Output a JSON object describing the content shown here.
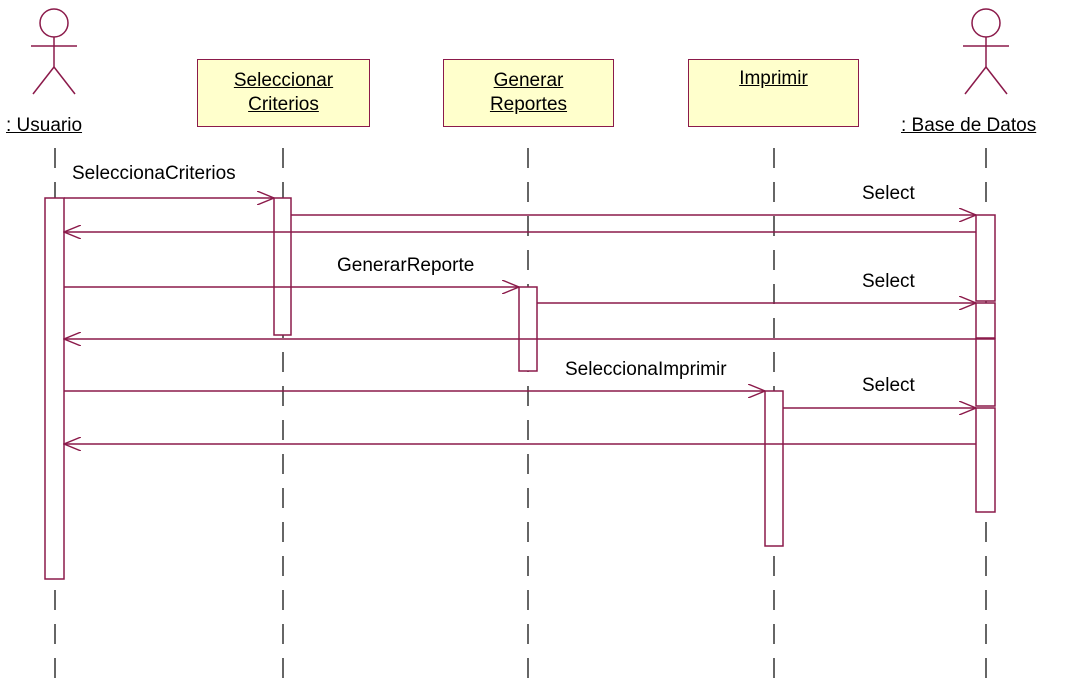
{
  "actors": {
    "usuario": {
      "name": ": Usuario"
    },
    "base_datos": {
      "name": ": Base de Datos"
    }
  },
  "objects": {
    "seleccionar": {
      "line1": "Seleccionar",
      "line2": "Criterios"
    },
    "generar": {
      "line1": "Generar",
      "line2": "Reportes"
    },
    "imprimir": {
      "line1": "Imprimir"
    }
  },
  "messages": {
    "m1": "SeleccionaCriterios",
    "m2": "Select",
    "m3": "GenerarReporte",
    "m4": "Select",
    "m5": "SeleccionaImprimir",
    "m6": "Select"
  },
  "colors": {
    "line": "#8b1a4a",
    "box_fill": "#ffffcc"
  }
}
